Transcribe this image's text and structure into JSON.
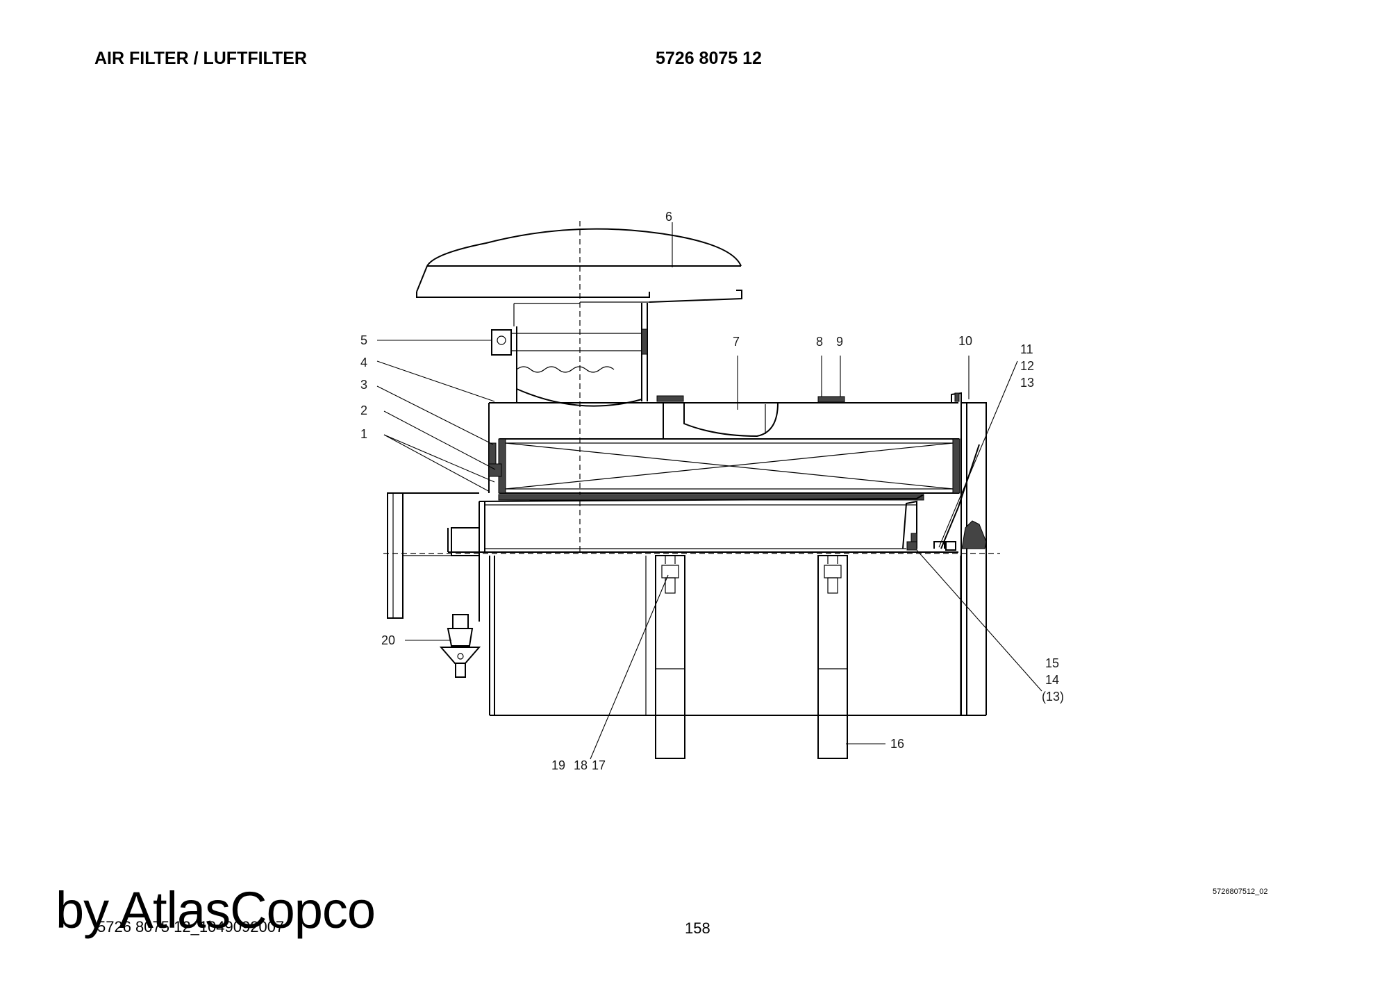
{
  "header": {
    "title": "AIR FILTER / LUFTFILTER",
    "part_number": "5726 8075 12"
  },
  "callouts": {
    "c1": "1",
    "c2": "2",
    "c3": "3",
    "c4": "4",
    "c5": "5",
    "c6": "6",
    "c7": "7",
    "c8": "8",
    "c9": "9",
    "c10": "10",
    "c11": "11",
    "c12": "12",
    "c13": "13",
    "c15": "15",
    "c14": "14",
    "c13b": "(13)",
    "c16": "16",
    "c19": "19",
    "c18": "18",
    "c17": "17",
    "c20": "20"
  },
  "sheet_ref": "5726807512_02",
  "footer": {
    "brand": "by AtlasCopco",
    "doc_code": "5726 8075 12_1049092007",
    "page_number": "158"
  }
}
